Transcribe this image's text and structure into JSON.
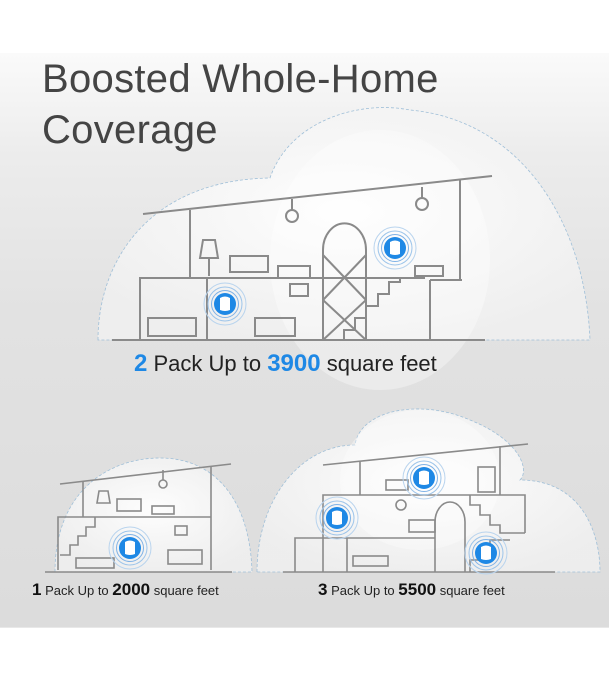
{
  "header": {
    "title_line1": "Boosted Whole-Home",
    "title_line2": "Coverage"
  },
  "packs": [
    {
      "count": "2",
      "prefix": " Pack Up to ",
      "area": "3900",
      "suffix": " square feet",
      "routers": 2
    },
    {
      "count": "1",
      "prefix": " Pack Up to ",
      "area": "2000",
      "suffix": " square feet",
      "routers": 1
    },
    {
      "count": "3",
      "prefix": " Pack Up to ",
      "area": "5500",
      "suffix": " square feet",
      "routers": 3
    }
  ],
  "colors": {
    "accent": "#1e88e5",
    "title": "#444444",
    "line": "#8a8a8a",
    "panel": "#dcdcdc"
  },
  "icons": [
    "router-icon",
    "wifi-signal-rings",
    "house-outline",
    "coverage-cloud"
  ]
}
